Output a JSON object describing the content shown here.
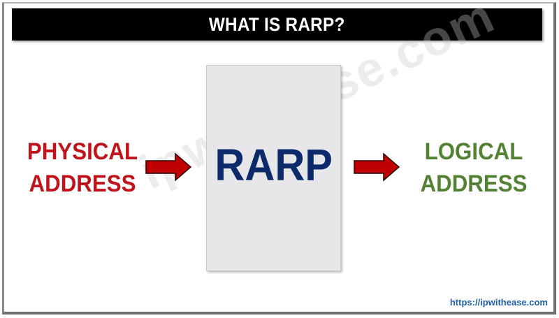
{
  "title": "WHAT IS RARP?",
  "center_label": "RARP",
  "left_label": {
    "line1": "PHYSICAL",
    "line2": "ADDRESS"
  },
  "right_label": {
    "line1": "LOGICAL",
    "line2": "ADDRESS"
  },
  "watermark": "ipwithease.com",
  "footer_url": "https://ipwithease.com",
  "colors": {
    "title_bg": "#000000",
    "title_text": "#ffffff",
    "center_box": "#e7e7e9",
    "center_text": "#0d2a6b",
    "physical_text": "#c0141c",
    "logical_text": "#548235",
    "arrow_fill": "#c00000",
    "footer_text": "#1f5fa8"
  },
  "icons": {
    "arrow_left": "right-arrow-icon",
    "arrow_right": "right-arrow-icon"
  }
}
